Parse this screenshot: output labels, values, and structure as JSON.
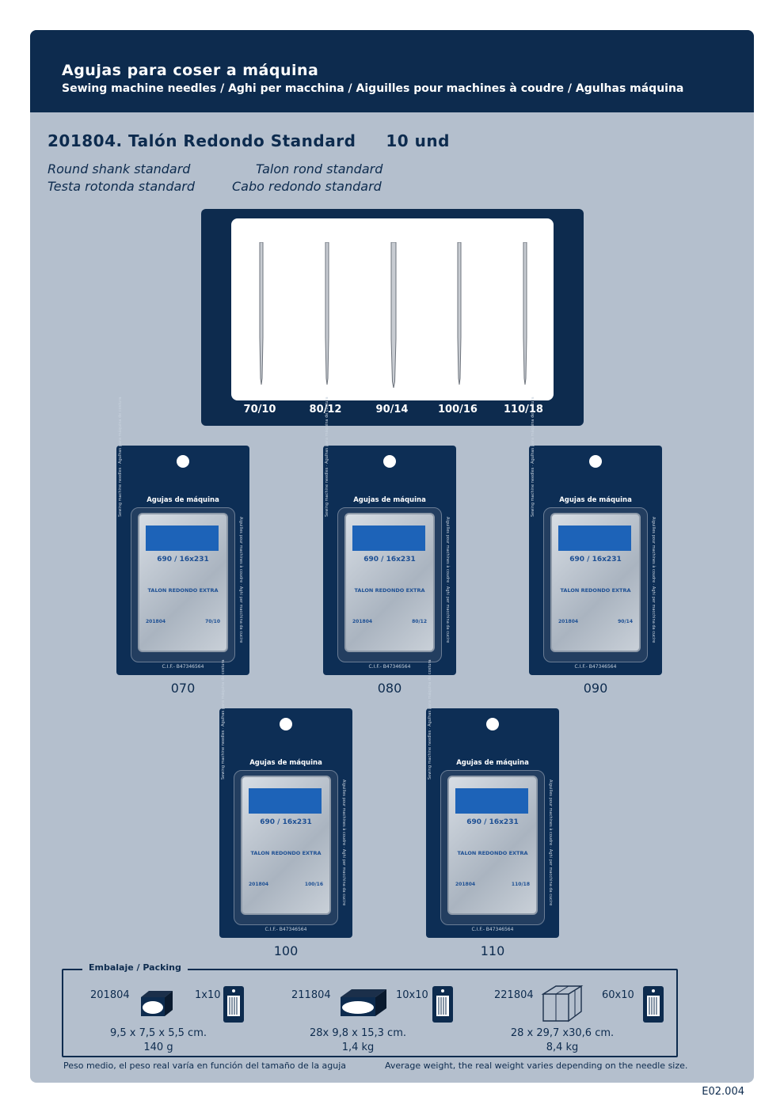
{
  "header": {
    "title": "Agujas para coser a máquina",
    "subtitle": "Sewing machine needles / Aghi per macchina / Aiguilles pour machines à coudre / Agulhas máquina"
  },
  "product": {
    "title": "201804. Talón Redondo Standard",
    "quantity": "10 und",
    "names": [
      "Round shank standard",
      "Talon rond standard",
      "Testa rotonda standard",
      "Cabo redondo standard"
    ]
  },
  "needle_sizes": [
    "70/10",
    "80/12",
    "90/14",
    "100/16",
    "110/18"
  ],
  "pack_card": {
    "title": "Agujas de máquina",
    "model": "690 / 16x231",
    "type": "TALON REDONDO EXTRA",
    "code": "201804",
    "side_left": "Sewing machine needles · Agulhas para máquina de costura",
    "side_right": "Aiguilles pour machines à coudre · Aghi per macchina da cucire",
    "cif": "C.I.F.- B47346564"
  },
  "packs": [
    {
      "code": "070",
      "size": "70/10"
    },
    {
      "code": "080",
      "size": "80/12"
    },
    {
      "code": "090",
      "size": "90/14"
    },
    {
      "code": "100",
      "size": "100/16"
    },
    {
      "code": "110",
      "size": "110/18"
    }
  ],
  "packing": {
    "legend": "Embalaje / Packing",
    "items": [
      {
        "ref": "201804",
        "units": "1x10",
        "dims": "9,5 x 7,5 x 5,5 cm.",
        "weight": "140 g"
      },
      {
        "ref": "211804",
        "units": "10x10",
        "dims": "28x 9,8 x 15,3 cm.",
        "weight": "1,4 kg"
      },
      {
        "ref": "221804",
        "units": "60x10",
        "dims": "28 x 29,7 x30,6 cm.",
        "weight": "8,4 kg"
      }
    ]
  },
  "footnote": {
    "es": "Peso medio, el peso real varía en función del tamaño de la aguja",
    "en": "Average weight, the real weight varies depending on the needle size."
  },
  "page_ref": "E02.004",
  "colors": {
    "navy": "#0d2b4e",
    "panel": "#b4bfcd",
    "blue": "#1d63b8"
  }
}
